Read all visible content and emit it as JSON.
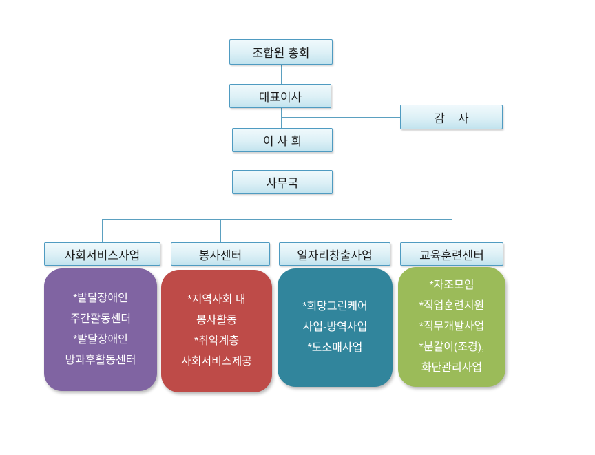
{
  "diagram": {
    "type": "organization-chart",
    "colors": {
      "connector_line": "#5BA0C0",
      "node_border": "#4F9BC1",
      "node_fill": "#DCF0F6",
      "branch_social_service": "#8064A2",
      "branch_volunteer": "#BE4B48",
      "branch_job_creation": "#31859C",
      "branch_education": "#9BBB59"
    },
    "nodes": {
      "general_meeting": "조합원 총회",
      "ceo": "대표이사",
      "auditor": "감    사",
      "board": "이 사 회",
      "office": "사무국"
    },
    "branches": [
      {
        "header": "사회서비스사업",
        "lines": [
          "*발달장애인",
          "주간활동센터",
          "*발달장애인",
          "방과후활동센터"
        ]
      },
      {
        "header": "봉사센터",
        "lines": [
          "*지역사회 내",
          "봉사활동",
          "*취약계층",
          "사회서비스제공"
        ]
      },
      {
        "header": "일자리창출사업",
        "lines": [
          "*희망그린케어",
          "사업-방역사업",
          "*도소매사업"
        ]
      },
      {
        "header": "교육훈련센터",
        "lines": [
          "*자조모임",
          "*직업훈련지원",
          "*직무개발사업",
          "*분갈이(조경),",
          "화단관리사업"
        ]
      }
    ]
  }
}
